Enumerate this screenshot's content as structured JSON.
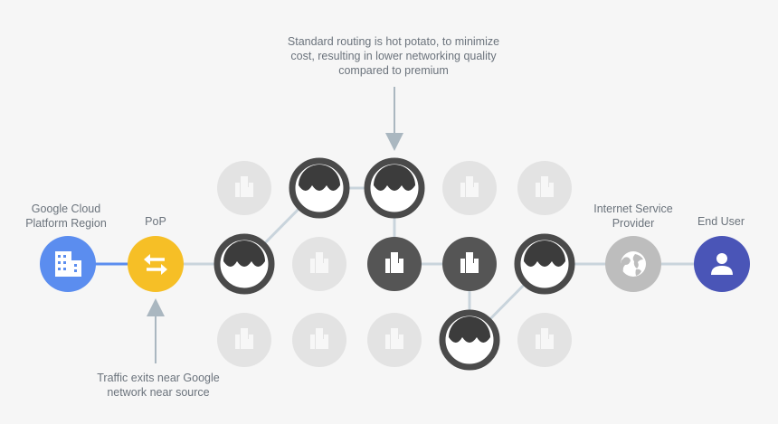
{
  "annotations": {
    "top": "Standard routing is hot potato, to minimize\ncost, resulting in lower networking quality\ncompared to premium",
    "bottom": "Traffic exits near Google\nnetwork near source"
  },
  "endpoints": {
    "gcp_region": {
      "label": "Google Cloud\nPlatform Region",
      "icon": "building-icon",
      "color": "#5b8def"
    },
    "pop": {
      "label": "PoP",
      "icon": "swap-arrows-icon",
      "color": "#f6bf26"
    },
    "isp": {
      "label": "Internet Service\nProvider",
      "icon": "globe-icon",
      "color": "#bdbdbd"
    },
    "end_user": {
      "label": "End User",
      "icon": "person-icon",
      "color": "#4a55b7"
    }
  },
  "colors": {
    "line": "#c9d4dc",
    "arrow": "#aab7c0",
    "inactive_node": "#e3e3e3",
    "inactive_icon": "#f7f7f7",
    "active_node": "#555555",
    "exchange_ring": "#4a4a4a"
  },
  "grid": {
    "rows": [
      [
        "inactive-building",
        "internet-exchange",
        "internet-exchange",
        "inactive-building",
        "inactive-building"
      ],
      [
        "internet-exchange",
        "inactive-building",
        "active-building",
        "active-building",
        "internet-exchange"
      ],
      [
        "inactive-building",
        "inactive-building",
        "inactive-building",
        "internet-exchange",
        "inactive-building"
      ]
    ],
    "route": [
      [
        1,
        0
      ],
      [
        0,
        1
      ],
      [
        0,
        2
      ],
      [
        1,
        2
      ],
      [
        1,
        3
      ],
      [
        2,
        3
      ],
      [
        1,
        4
      ]
    ]
  }
}
